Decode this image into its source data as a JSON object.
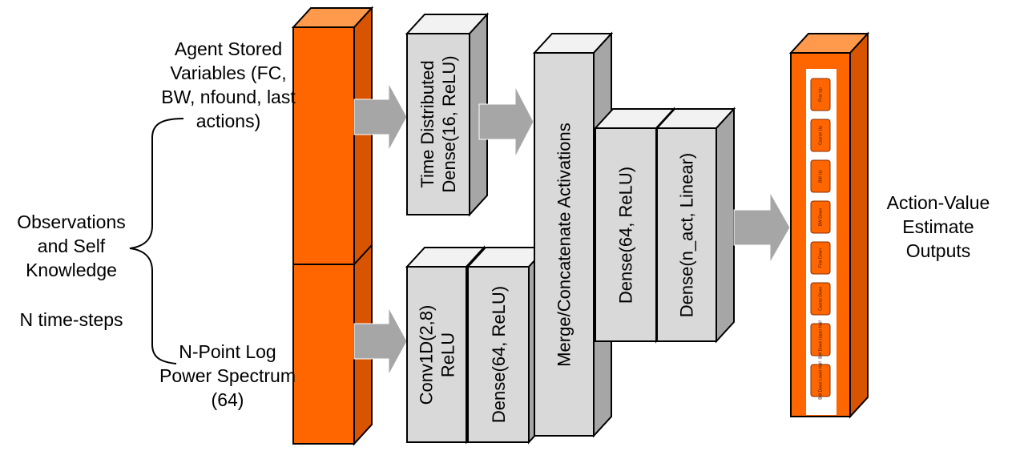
{
  "labels": {
    "agent_vars": "Agent Stored Variables (FC, BW, nfound, last actions)",
    "observations": "Observations and Self Knowledge",
    "n_time_steps": "N time-steps",
    "spectrum": "N-Point Log Power Spectrum (64)",
    "outputs": "Action-Value Estimate Outputs"
  },
  "layers": {
    "time_distributed_1": "Time Distributed",
    "time_distributed_2": "Dense(16, ReLU)",
    "conv_1": "Conv1D(2,8)",
    "conv_2": "ReLU",
    "dense_a": "Dense(64, ReLU)",
    "merge": "Merge/Concatenate Activations",
    "dense_b": "Dense(64, ReLU)",
    "dense_out": "Dense(n_act, Linear)"
  },
  "action_buttons": [
    "Fine Up",
    "Coarse Up",
    "BW Up",
    "BW Down",
    "Fine Down",
    "Coarse Down",
    "BW Down Upper Half",
    "BW Down Lower Half"
  ],
  "colors": {
    "orange_front": "#ff6600",
    "orange_side": "#d85400",
    "orange_top": "#ff9a4d",
    "gray_front": "#d9d9d9",
    "gray_side": "#a6a6a6",
    "gray_top": "#f2f2f2",
    "arrow": "#a6a6a6"
  }
}
